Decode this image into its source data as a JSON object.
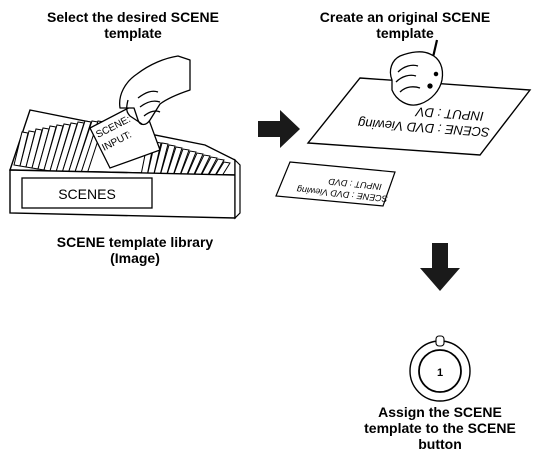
{
  "steps": {
    "select": {
      "title_line1": "Select the desired SCENE",
      "title_line2": "template"
    },
    "create": {
      "title_line1": "Create an original SCENE",
      "title_line2": "template"
    },
    "assign": {
      "caption_line1": "Assign the SCENE",
      "caption_line2": "template to the SCENE",
      "caption_line3": "button"
    }
  },
  "library": {
    "box_label": "SCENES",
    "card_line1": "SCENE:",
    "card_line2": "INPUT:",
    "caption_line1": "SCENE template library",
    "caption_line2": "(Image)"
  },
  "templates": {
    "large_line1": "SCENE : DVD Viewing",
    "large_line2": "INPUT : DV",
    "small_line1": "SCENE : DVD Viewing",
    "small_line2": "INPUT : DVD"
  },
  "button": {
    "number": "1"
  },
  "colors": {
    "ink": "#000000",
    "paper": "#ffffff",
    "arrow": "#1a1a1a"
  },
  "icons": [
    "hand-holding-card-icon",
    "hand-writing-pen-icon",
    "arrow-right-icon",
    "arrow-down-icon",
    "scene-button-knob-icon"
  ]
}
